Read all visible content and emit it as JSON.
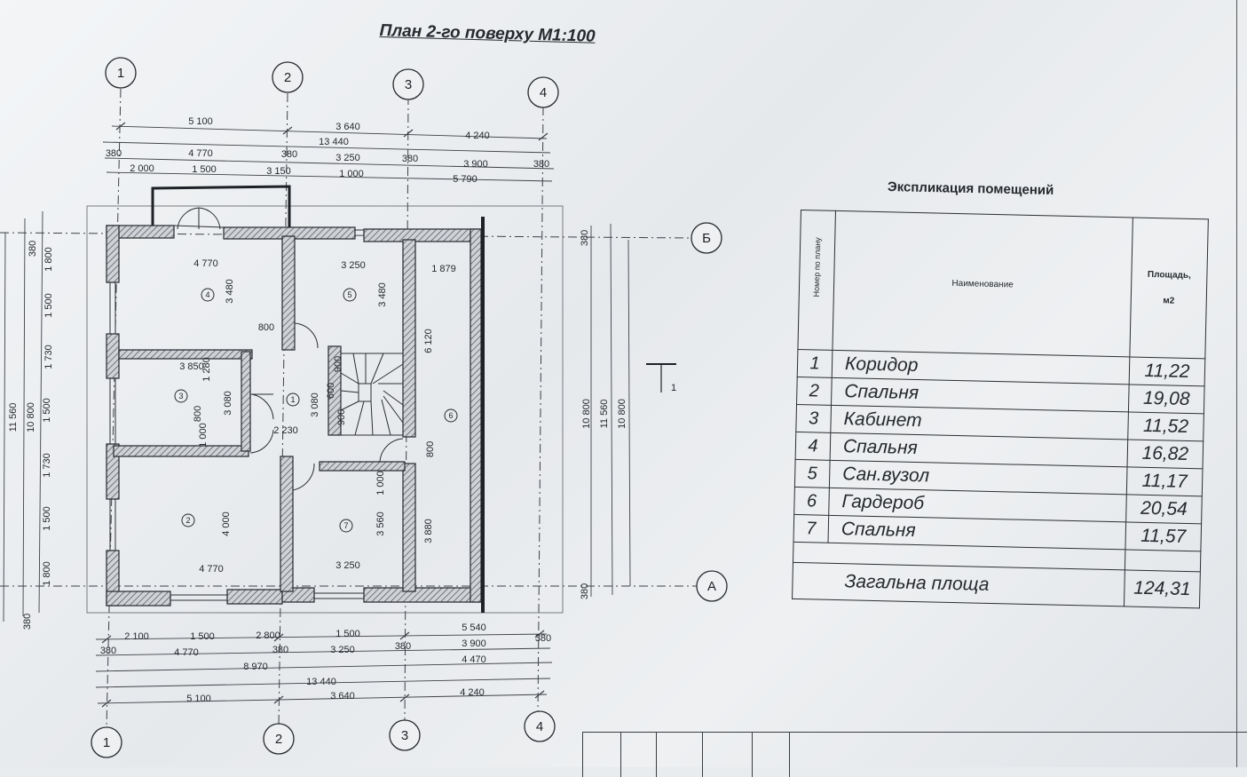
{
  "title": "План 2-го поверху М1:100",
  "explication": {
    "title": "Экспликация помещений",
    "col_number": "Номер по плану",
    "col_name": "Наименование",
    "col_area": "Площадь,",
    "col_area_unit": "м2",
    "rooms": [
      {
        "n": "1",
        "name": "Коридор",
        "area": "11,22"
      },
      {
        "n": "2",
        "name": "Спальня",
        "area": "19,08"
      },
      {
        "n": "3",
        "name": "Кабинет",
        "area": "11,52"
      },
      {
        "n": "4",
        "name": "Спальня",
        "area": "16,82"
      },
      {
        "n": "5",
        "name": "Сан.вузол",
        "area": "11,17"
      },
      {
        "n": "6",
        "name": "Гардероб",
        "area": "20,54"
      },
      {
        "n": "7",
        "name": "Спальня",
        "area": "11,57"
      }
    ],
    "total_label": "Загальна площа",
    "total_value": "124,31"
  },
  "axes": {
    "vertical": [
      "1",
      "2",
      "3",
      "4"
    ],
    "horizontal": [
      "Б",
      "А"
    ]
  },
  "section_mark": "1",
  "top_dims": {
    "row1": [
      "5 100",
      "3 640",
      "4 240"
    ],
    "row2": [
      "13 440"
    ],
    "row3": [
      "380",
      "4 770",
      "380",
      "3 250",
      "380",
      "3 900",
      "380"
    ],
    "row4": [
      "2 000",
      "1 500",
      "3 150",
      "1 000",
      "5 790"
    ]
  },
  "bottom_dims": {
    "row1": [
      "2 100",
      "1 500",
      "2 800",
      "1 500",
      "5 540"
    ],
    "row2": [
      "380",
      "4 770",
      "380",
      "3 250",
      "380",
      "3 900",
      "380"
    ],
    "row3": [
      "8 970",
      "4 470"
    ],
    "row4": [
      "13 440"
    ],
    "row5": [
      "5 100",
      "3 640",
      "4 240"
    ]
  },
  "left_dims": {
    "outer": [
      "11 560"
    ],
    "mid": [
      "10 800"
    ],
    "inner": [
      "380",
      "1 800",
      "1 500",
      "1 730",
      "1 500",
      "1 730",
      "1 500",
      "1 800",
      "380"
    ]
  },
  "right_dims": [
    "380",
    "10 800",
    "11 560",
    "10 800",
    "380"
  ],
  "interior_dims": [
    "4 770",
    "3 250",
    "1 879",
    "3 480",
    "3 480",
    "800",
    "3 850",
    "1 280",
    "3 080",
    "800",
    "1 000",
    "3 080",
    "600",
    "900",
    "900",
    "2 230",
    "6 120",
    "800",
    "4 000",
    "4 770",
    "3 560",
    "3 250",
    "1 000",
    "3 880"
  ],
  "room_labels": [
    "4",
    "5",
    "3",
    "1",
    "6",
    "2",
    "7"
  ]
}
